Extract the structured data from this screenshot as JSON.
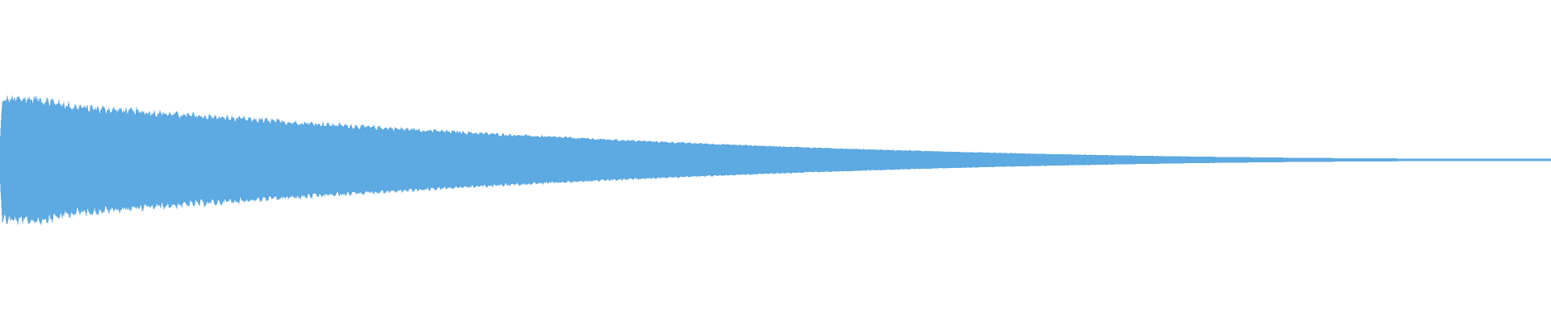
{
  "waveform": {
    "color": "#5DA9E1",
    "background": "#FFFFFF",
    "envelope": {
      "start_amplitude": 0.36,
      "end_amplitude": 0.005,
      "shape": "exponential-decay",
      "has_initial_transient": true,
      "ripple": "periodic"
    }
  }
}
